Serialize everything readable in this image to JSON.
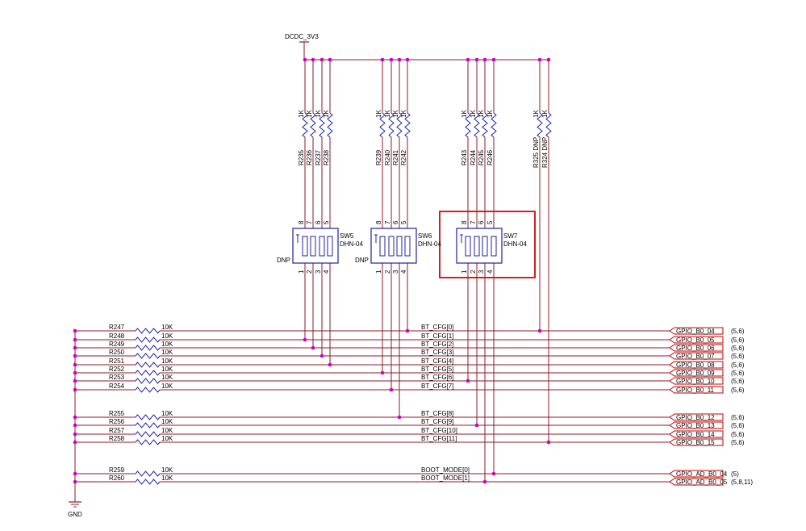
{
  "power": {
    "label": "DCDC_3V3"
  },
  "ground": {
    "label": "GND"
  },
  "dnp": "DNP",
  "pullups": {
    "value": "1K",
    "resistors": [
      "R235",
      "R236",
      "R237",
      "R238",
      "R239",
      "R240",
      "R241",
      "R242",
      "R243",
      "R244",
      "R245",
      "R246"
    ],
    "dnp_resistors": [
      "R325 DNP",
      "R324 DNP"
    ]
  },
  "switches": [
    {
      "ref": "SW5",
      "part": "DHN-04",
      "dnp": "DNP"
    },
    {
      "ref": "SW6",
      "part": "DHN-04",
      "dnp": "DNP"
    },
    {
      "ref": "SW7",
      "part": "DHN-04",
      "dnp": ""
    }
  ],
  "switch_pins_top": [
    "8",
    "7",
    "6",
    "5"
  ],
  "switch_pins_bottom": [
    "1",
    "2",
    "3",
    "4"
  ],
  "pulldown_value": "10K",
  "nets": [
    {
      "res": "R247",
      "signal": "BT_CFG[0]",
      "port": "GPIO_B0_04",
      "refs": "(5,6)",
      "color": "red"
    },
    {
      "res": "R248",
      "signal": "BT_CFG[1]",
      "port": "GPIO_B0_05",
      "refs": "(5,6)",
      "color": "red"
    },
    {
      "res": "R249",
      "signal": "BT_CFG[2]",
      "port": "GPIO_B0_06",
      "refs": "(5,6)",
      "color": "red"
    },
    {
      "res": "R250",
      "signal": "BT_CFG[3]",
      "port": "GPIO_B0_07",
      "refs": "(5,6)",
      "color": "red"
    },
    {
      "res": "R251",
      "signal": "BT_CFG[4]",
      "port": "GPIO_B0_08",
      "refs": "(5,6)",
      "color": "orange"
    },
    {
      "res": "R252",
      "signal": "BT_CFG[5]",
      "port": "GPIO_B0_09",
      "refs": "(5,6)",
      "color": "orange"
    },
    {
      "res": "R253",
      "signal": "BT_CFG[6]",
      "port": "GPIO_B0_10",
      "refs": "(5,6)",
      "color": "orange"
    },
    {
      "res": "R254",
      "signal": "BT_CFG[7]",
      "port": "GPIO_B0_11",
      "refs": "(5,6)",
      "color": "orange"
    },
    {
      "res": "R255",
      "signal": "BT_CFG[8]",
      "port": "GPIO_B0_12",
      "refs": "(5,6)",
      "color": "red"
    },
    {
      "res": "R256",
      "signal": "BT_CFG[9]",
      "port": "GPIO_B0_13",
      "refs": "(5,6)",
      "color": "red"
    },
    {
      "res": "R257",
      "signal": "BT_CFG[10]",
      "port": "GPIO_B0_14",
      "refs": "(5,6)",
      "color": "red"
    },
    {
      "res": "R258",
      "signal": "BT_CFG[11]",
      "port": "GPIO_B0_15",
      "refs": "(5,6)",
      "color": "orange"
    },
    {
      "res": "R259",
      "signal": "BOOT_MODE[0]",
      "port": "GPIO_AD_B0_04",
      "refs": "(5)",
      "color": "red"
    },
    {
      "res": "R260",
      "signal": "BOOT_MODE[1]",
      "port": "GPIO_AD_B0_05",
      "refs": "(5,8,11)",
      "color": "orange"
    }
  ],
  "colors": {
    "wire": "#8b1a2a",
    "node": "#d000c0",
    "part": "#2020a0",
    "port": "#c00000",
    "highlight": "#d02020"
  }
}
